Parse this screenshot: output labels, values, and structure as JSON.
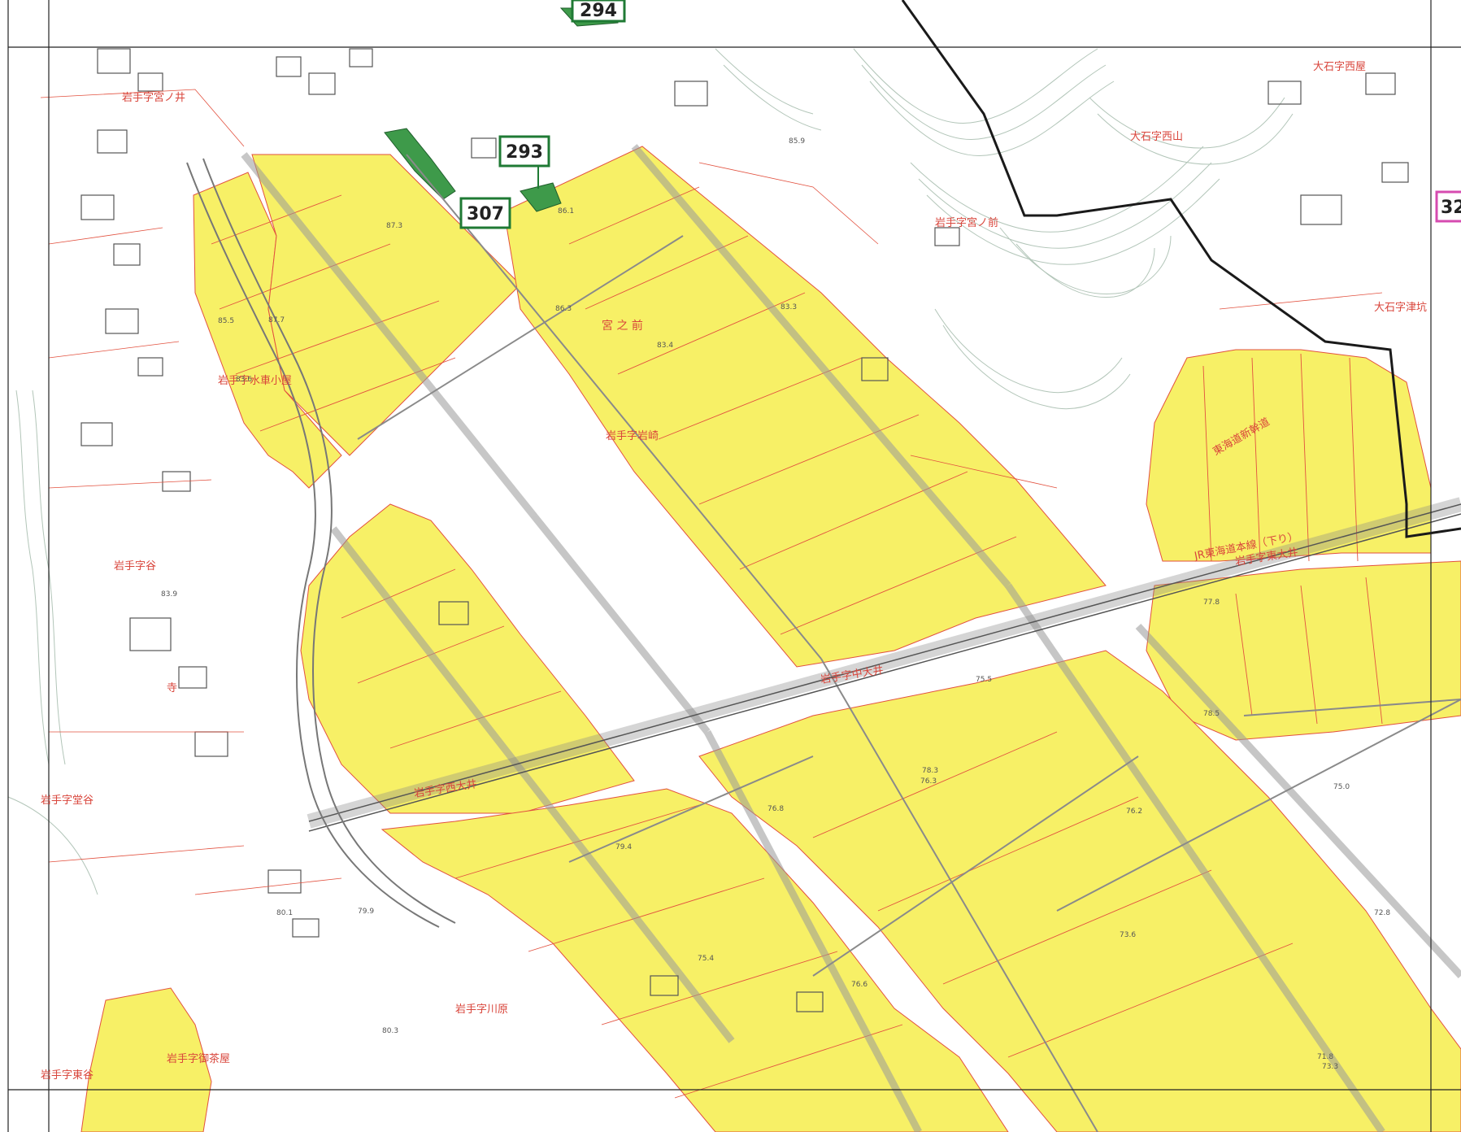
{
  "map": {
    "colors": {
      "paddy_fill": "#f7f066",
      "green_fill": "#3e9a4a",
      "parcel_line": "#e2513f",
      "road_line": "#999999",
      "contour": "#9fb7a7",
      "boundary": "#1a1a1a",
      "badge_border_green": "#1f7a34",
      "badge_border_pink": "#d64bb0"
    },
    "badges": [
      "294",
      "293",
      "307",
      "32"
    ],
    "place_names": {
      "miyanoi": "岩手字宮ノ井",
      "oishi_nishiyashiki": "大石字西屋",
      "oishi_nishiyama": "大石字西山",
      "miyanomae_hill": "岩手字宮ノ前",
      "oishi_tsubo": "大石字津坑",
      "miyanomae_field": "宮 之 前",
      "iwasaki": "岩手字岩崎",
      "tani": "岩手字谷",
      "higashi_oi": "岩手字東大井",
      "naka_oi": "岩手字中大井",
      "nishi_oi": "岩手字西大井",
      "dobutani": "岩手字堂谷",
      "kawara": "岩手字川原",
      "gochaya": "岩手字御茶屋",
      "higashitani": "岩手字東谷",
      "suisha": "岩手字水車小屋",
      "jr_line": "JR東海道本線（下り）",
      "shinkansen": "東海道新幹道",
      "temple": "寺"
    },
    "elevations": [
      "85.5",
      "87.7",
      "87.3",
      "86.3",
      "83.4",
      "83.3",
      "86.1",
      "79.4",
      "76.8",
      "76.3",
      "75.5",
      "76.2",
      "73.6",
      "73.3",
      "77.8",
      "78.5",
      "75.0",
      "72.8",
      "71.8",
      "80.1",
      "79.9",
      "80.3",
      "83.9",
      "85.9",
      "83.6",
      "75.4",
      "76.6",
      "78.3"
    ]
  }
}
